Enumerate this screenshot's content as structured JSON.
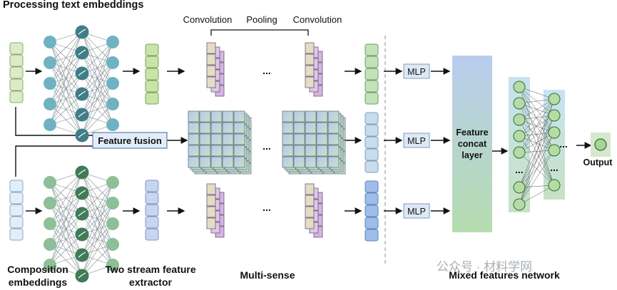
{
  "title_top": "Processing text embeddings",
  "bottom_labels": {
    "composition": "Composition embeddings",
    "two_stream": "Two stream feature extractor",
    "multi_sense": "Multi-sense",
    "mixed": "Mixed features network"
  },
  "conv_labels": {
    "conv1": "Convolution",
    "pool": "Pooling",
    "conv2": "Convolution"
  },
  "feature_fusion": "Feature fusion",
  "feature_concat": [
    "Feature",
    "concat",
    "layer"
  ],
  "mlp": "MLP",
  "output": "Output",
  "ellipsis": "...",
  "watermark": "公众号 · 材料学网",
  "colors": {
    "text_green": "#d6e8c2",
    "text_node": "#6fb3c2",
    "comp_blue": "#dbe9f6",
    "comp_node": "#8cbf9a",
    "accent_dark": "#3d7f86",
    "mlp_fill": "#dce9f5"
  }
}
